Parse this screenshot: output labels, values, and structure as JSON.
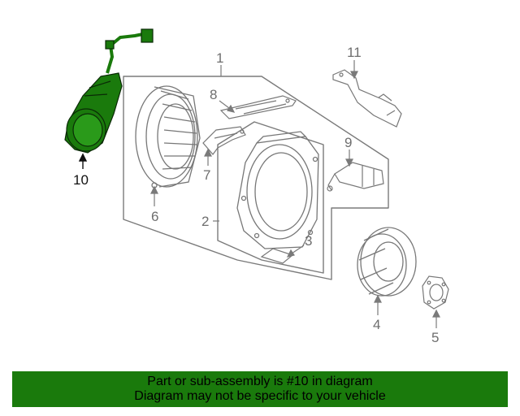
{
  "callouts": {
    "c1": "1",
    "c2": "2",
    "c3": "3",
    "c4": "4",
    "c5": "5",
    "c6": "6",
    "c7": "7",
    "c8": "8",
    "c9": "9",
    "c10": "10",
    "c11": "11"
  },
  "highlight_part": "10",
  "colors": {
    "highlight": "#1a7a0c",
    "line": "#7a7a7a",
    "banner": "#1a7a0c"
  },
  "banner": {
    "line1": "Part or sub-assembly is #10 in diagram",
    "line2": "Diagram may not be specific to your vehicle"
  }
}
